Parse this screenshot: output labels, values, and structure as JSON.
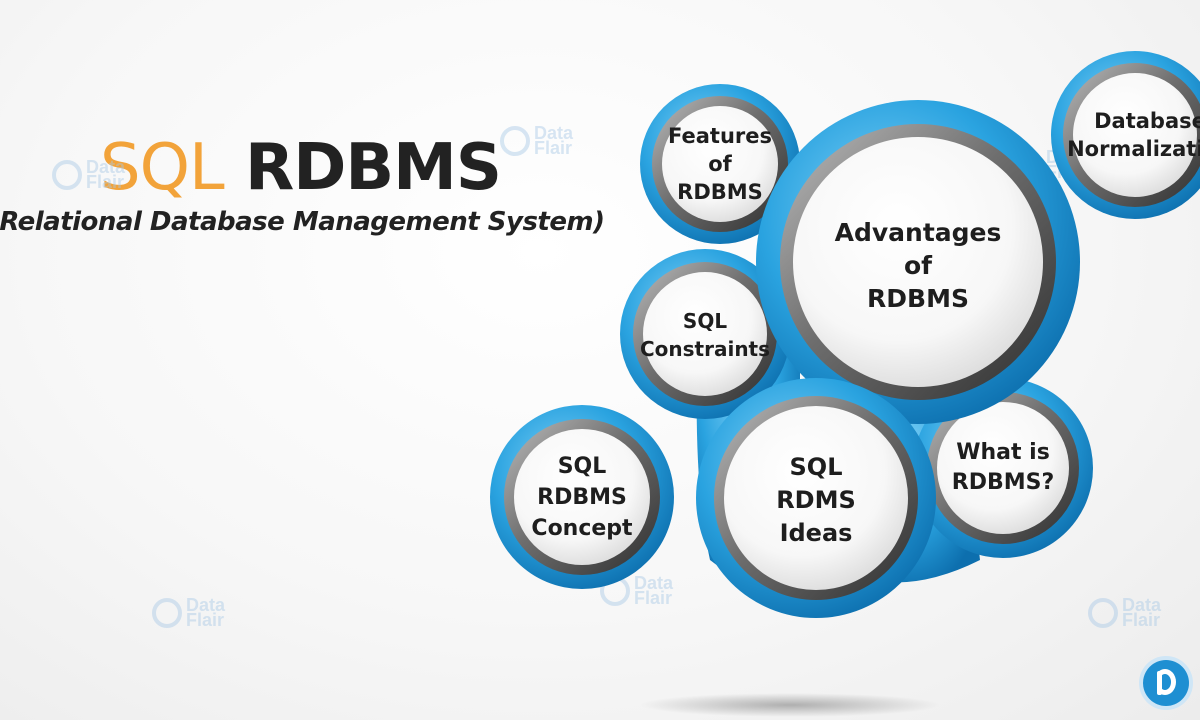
{
  "title": {
    "part1": "SQL",
    "part2": "RDBMS"
  },
  "subtitle": "(Relational Database Management System)",
  "bubbles": [
    {
      "id": "features",
      "lines": [
        "Features",
        "of RDBMS"
      ]
    },
    {
      "id": "normalization",
      "lines": [
        "Database",
        "Normalization"
      ]
    },
    {
      "id": "advantages",
      "lines": [
        "Advantages of",
        "RDBMS"
      ]
    },
    {
      "id": "constraints",
      "lines": [
        "SQL",
        "Constraints"
      ]
    },
    {
      "id": "what-is",
      "lines": [
        "What is",
        "RDBMS?"
      ]
    },
    {
      "id": "ideas",
      "lines": [
        "SQL",
        "RDMS Ideas"
      ]
    },
    {
      "id": "concept",
      "lines": [
        "SQL",
        "RDBMS",
        "Concept"
      ]
    }
  ],
  "watermark": {
    "line1": "Data",
    "line2": "Flair"
  },
  "colors": {
    "accent": "#f2a33a",
    "blue": "#1e8fd2",
    "text": "#1e1e1e"
  }
}
